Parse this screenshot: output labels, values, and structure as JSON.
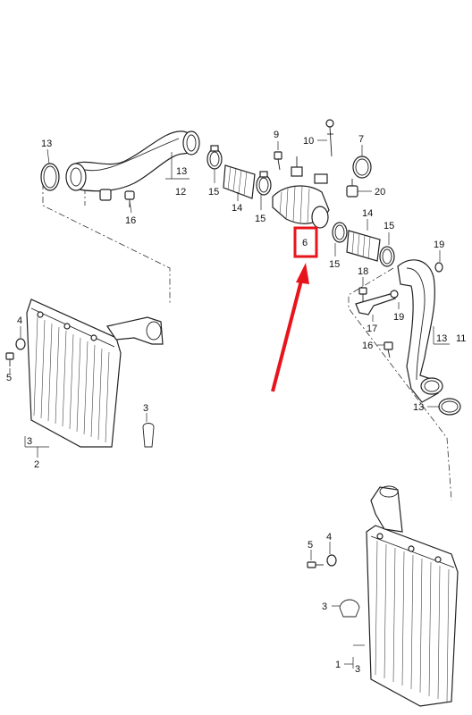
{
  "labels": {
    "l13a": "13",
    "l13b": "13",
    "l12": "12",
    "l16a": "16",
    "l15a": "15",
    "l14a": "14",
    "l15b": "15",
    "l9": "9",
    "l10": "10",
    "l7": "7",
    "l20": "20",
    "l6": "6",
    "l14b": "14",
    "l15c": "15",
    "l15d": "15",
    "l19a": "19",
    "l18": "18",
    "l19b": "19",
    "l17": "17",
    "l16b": "16",
    "l13c": "13",
    "l11": "11",
    "l13d": "13",
    "l4a": "4",
    "l5a": "5",
    "l3a": "3",
    "l3b": "3",
    "l2": "2",
    "l5b": "5",
    "l4b": "4",
    "l3c": "3",
    "l1": "1",
    "l3d": "3"
  },
  "highlight": {
    "part": "6",
    "color": "#e8141c"
  }
}
